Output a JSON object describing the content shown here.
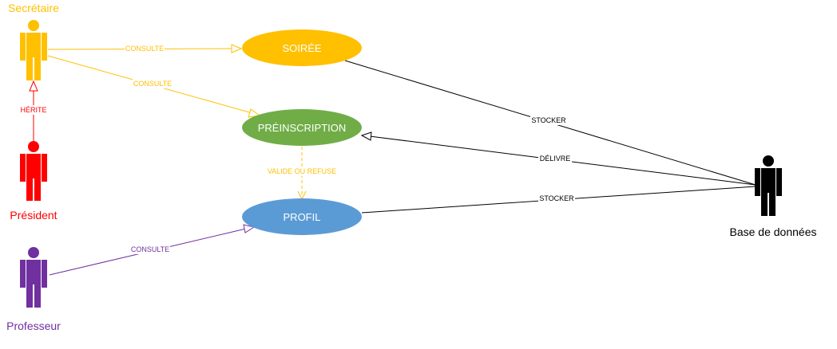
{
  "colors": {
    "secretaire": "#FFC000",
    "president": "#FF0000",
    "professeur": "#7030A0",
    "database": "#000000",
    "soiree": "#FFC000",
    "preinscription": "#70AD47",
    "profil": "#5B9BD5"
  },
  "actors": {
    "secretaire": "Secrétaire",
    "president": "Président",
    "professeur": "Professeur",
    "database": "Base de données"
  },
  "use_cases": {
    "soiree": "SOIRÉE",
    "preinscription": "PRÉINSCRIPTION",
    "profil": "PROFIL"
  },
  "relations": {
    "secretaire_soiree": "CONSULTE",
    "secretaire_preinscription": "CONSULTE",
    "president_secretaire": "HÉRITE",
    "preinscription_profil": "VALIDE OU REFUSE",
    "professeur_profil": "CONSULTE",
    "database_soiree": "STOCKER",
    "database_preinscription": "DÉLIVRE",
    "database_profil": "STOCKER"
  }
}
